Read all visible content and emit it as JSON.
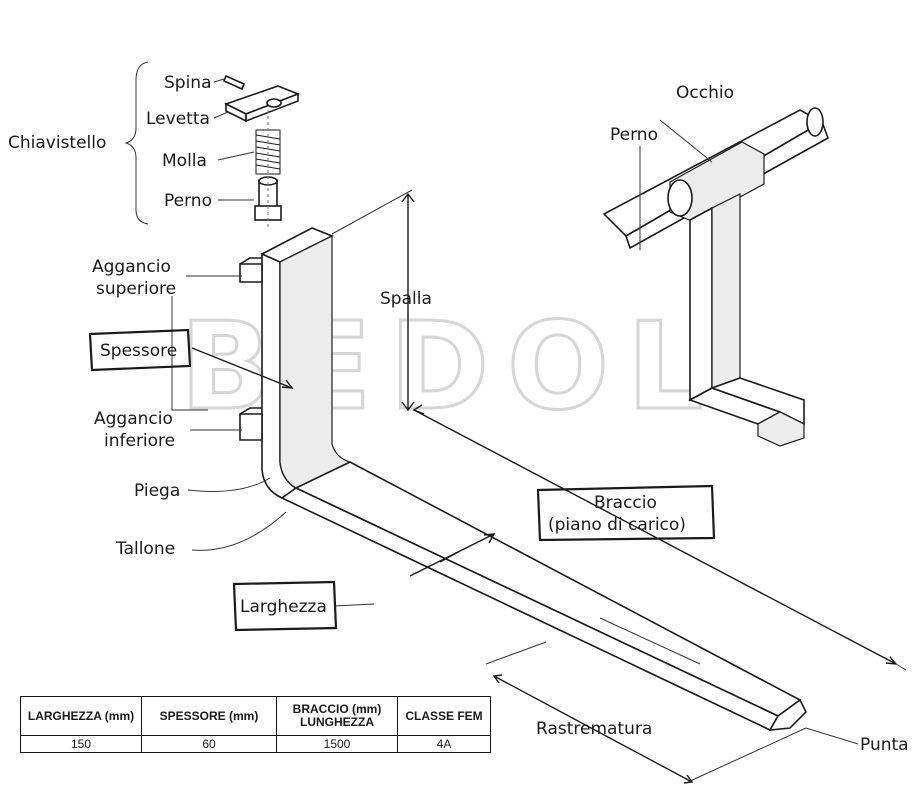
{
  "labels": {
    "spina": "Spina",
    "levetta": "Levetta",
    "chiavistello": "Chiavistello",
    "molla": "Molla",
    "perno_left": "Perno",
    "occhio": "Occhio",
    "perno_right": "Perno",
    "aggancio_superiore_1": "Aggancio",
    "aggancio_superiore_2": "superiore",
    "spessore": "Spessore",
    "spalla": "Spalla",
    "aggancio_inferiore_1": "Aggancio",
    "aggancio_inferiore_2": "inferiore",
    "piega": "Piega",
    "tallone": "Tallone",
    "braccio_1": "Braccio",
    "braccio_2": "(piano di carico)",
    "larghezza": "Larghezza",
    "rastrematura": "Rastrematura",
    "punta": "Punta"
  },
  "watermark": "BEDOL",
  "table": {
    "headers": [
      "LARGHEZZA (mm)",
      "SPESSORE (mm)",
      "BRACCIO (mm) LUNGHEZZA",
      "CLASSE FEM"
    ],
    "row": [
      "150",
      "60",
      "1500",
      "4A"
    ]
  }
}
